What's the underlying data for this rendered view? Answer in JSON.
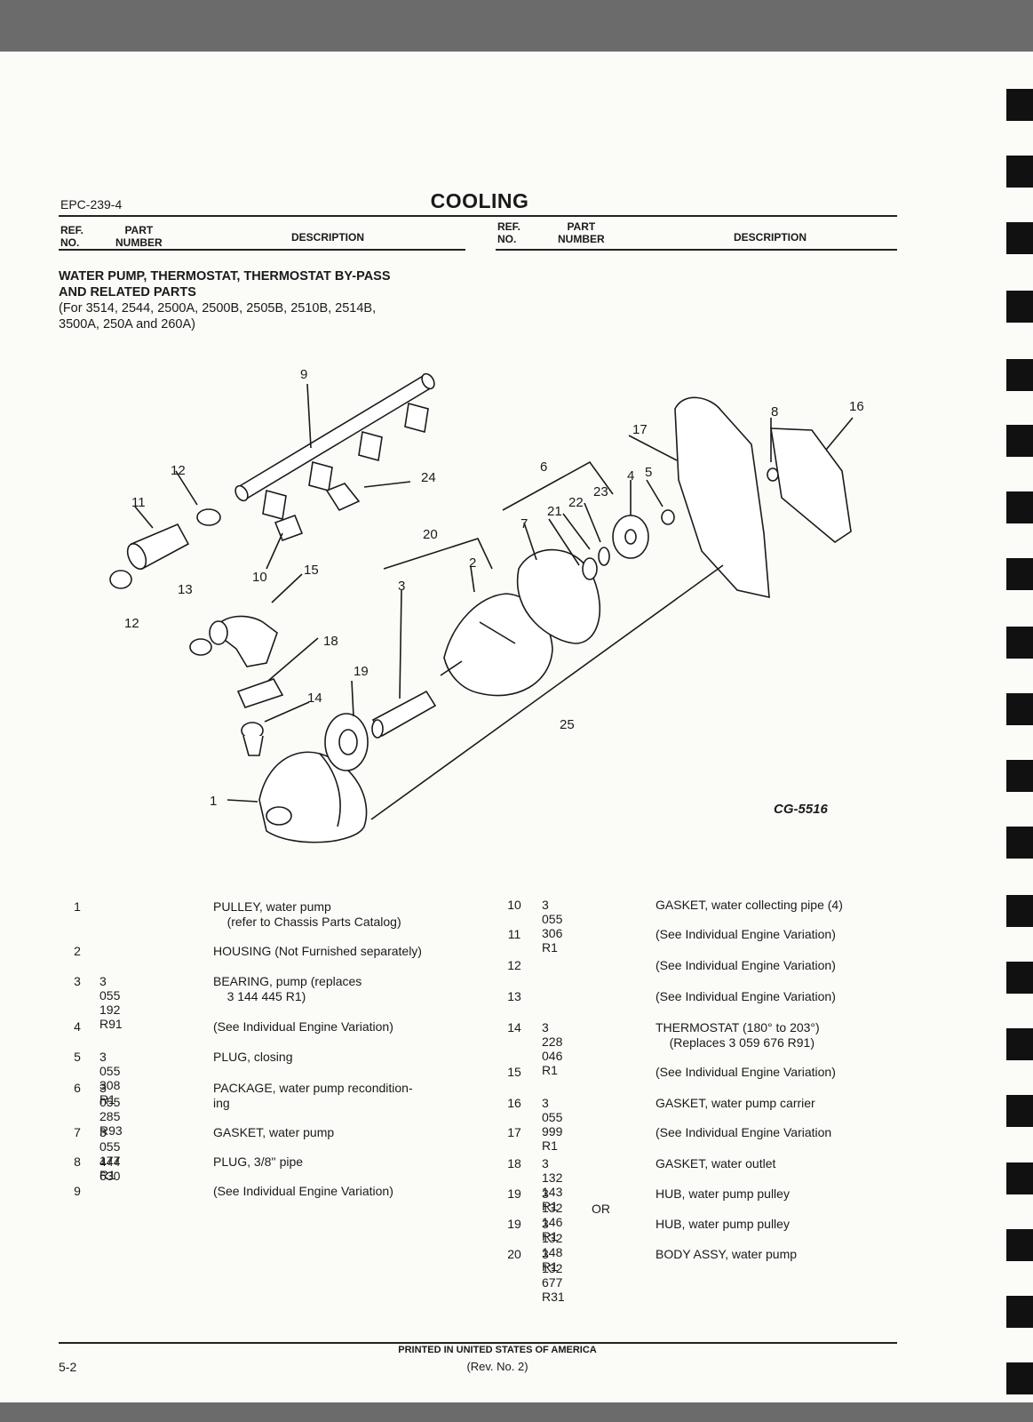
{
  "header": {
    "doc_id": "EPC-239-4",
    "title": "COOLING",
    "col_left": {
      "ref": "REF.\nNO.",
      "part": "PART\nNUMBER",
      "desc": "DESCRIPTION"
    },
    "col_right": {
      "ref": "REF.\nNO.",
      "part": "PART\nNUMBER",
      "desc": "DESCRIPTION"
    }
  },
  "section": {
    "title_line1": "WATER PUMP, THERMOSTAT, THERMOSTAT BY-PASS",
    "title_line2": "AND RELATED PARTS",
    "applies_line1": "(For 3514, 2544, 2500A, 2500B, 2505B, 2510B, 2514B,",
    "applies_line2": "3500A, 250A and 260A)"
  },
  "figure": {
    "code": "CG-5516",
    "callouts": [
      "1",
      "2",
      "3",
      "4",
      "5",
      "6",
      "7",
      "8",
      "9",
      "10",
      "11",
      "12",
      "12",
      "13",
      "14",
      "15",
      "16",
      "17",
      "18",
      "19",
      "20",
      "21",
      "22",
      "23",
      "24",
      "25"
    ]
  },
  "parts_left": [
    {
      "ref": "1",
      "part": "",
      "desc": "PULLEY, water pump\n    (refer to Chassis Parts Catalog)"
    },
    {
      "ref": "2",
      "part": "",
      "desc": "HOUSING (Not Furnished separately)"
    },
    {
      "ref": "3",
      "part": "3 055 192 R91",
      "desc": "BEARING, pump (replaces\n    3 144 445 R1)"
    },
    {
      "ref": "4",
      "part": "",
      "desc": "(See Individual Engine Variation)"
    },
    {
      "ref": "5",
      "part": "3 055 308 R1",
      "desc": "PLUG, closing"
    },
    {
      "ref": "6",
      "part": "3 055 285 R93",
      "desc": "PACKAGE, water pump recondition-\ning"
    },
    {
      "ref": "7",
      "part": "3 055 177 R1",
      "desc": "GASKET, water pump"
    },
    {
      "ref": "8",
      "part": "444 630",
      "desc": "PLUG, 3/8'' pipe"
    },
    {
      "ref": "9",
      "part": "",
      "desc": "(See Individual Engine Variation)"
    }
  ],
  "parts_right": [
    {
      "ref": "10",
      "part": "3 055 306 R1",
      "desc": "GASKET, water collecting pipe (4)"
    },
    {
      "ref": "11",
      "part": "",
      "desc": "(See Individual Engine Variation)"
    },
    {
      "ref": "12",
      "part": "",
      "desc": "(See Individual Engine Variation)"
    },
    {
      "ref": "13",
      "part": "",
      "desc": "(See Individual Engine Variation)"
    },
    {
      "ref": "14",
      "part": "3 228 046 R1",
      "desc": "THERMOSTAT (180° to 203°)\n    (Replaces 3 059 676 R91)"
    },
    {
      "ref": "15",
      "part": "",
      "desc": "(See Individual Engine Variation)"
    },
    {
      "ref": "16",
      "part": "3 055 999 R1",
      "desc": "GASKET, water pump carrier"
    },
    {
      "ref": "17",
      "part": "",
      "desc": "(See Individual Engine Variation"
    },
    {
      "ref": "18",
      "part": "3 132 143 R1",
      "desc": "GASKET, water outlet"
    },
    {
      "ref": "19",
      "part": "3 132 146 R1",
      "desc": "HUB, water pump pulley"
    },
    {
      "ref": "",
      "part": "OR",
      "desc": ""
    },
    {
      "ref": "19",
      "part": "3 132 148 R1",
      "desc": "HUB, water pump pulley"
    },
    {
      "ref": "20",
      "part": "3 132 677 R31",
      "desc": "BODY ASSY, water pump"
    }
  ],
  "footer": {
    "page": "5-2",
    "printed": "PRINTED IN UNITED STATES OF AMERICA",
    "revision": "(Rev. No. 2)"
  }
}
